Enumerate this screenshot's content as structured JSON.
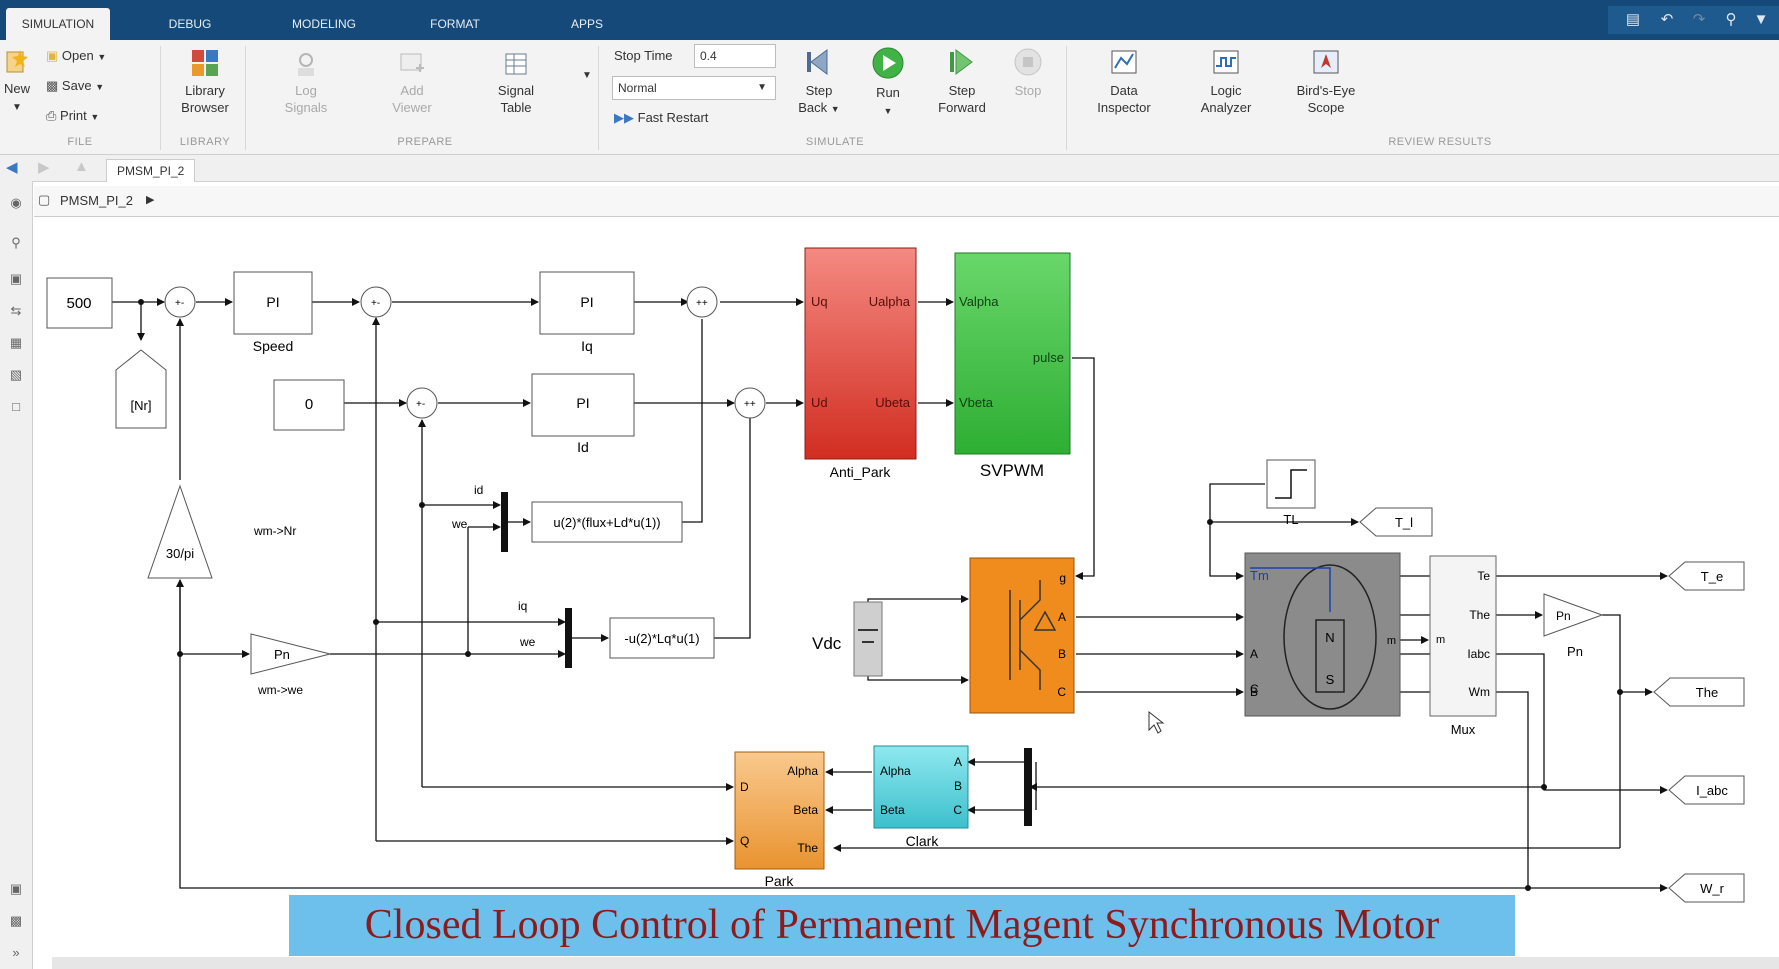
{
  "tabs": [
    {
      "label": "SIMULATION",
      "active": true
    },
    {
      "label": "DEBUG",
      "active": false
    },
    {
      "label": "MODELING",
      "active": false
    },
    {
      "label": "FORMAT",
      "active": false
    },
    {
      "label": "APPS",
      "active": false
    }
  ],
  "ribbon": {
    "file": {
      "new": "New",
      "open": "Open",
      "save": "Save",
      "print": "Print",
      "section": "FILE"
    },
    "library": {
      "browser_line1": "Library",
      "browser_line2": "Browser",
      "section": "LIBRARY"
    },
    "prepare": {
      "log_line1": "Log",
      "log_line2": "Signals",
      "add_line1": "Add",
      "add_line2": "Viewer",
      "signal_line1": "Signal",
      "signal_line2": "Table",
      "section": "PREPARE"
    },
    "simulate": {
      "stop_time_label": "Stop Time",
      "stop_time_value": "0.4",
      "mode_value": "Normal",
      "fast_restart": "Fast Restart",
      "step_back_line1": "Step",
      "step_back_line2": "Back",
      "run": "Run",
      "step_forward_line1": "Step",
      "step_forward_line2": "Forward",
      "stop": "Stop",
      "section": "SIMULATE"
    },
    "review": {
      "data_inspector_line1": "Data",
      "data_inspector_line2": "Inspector",
      "logic_line1": "Logic",
      "logic_line2": "Analyzer",
      "birds_line1": "Bird's-Eye",
      "birds_line2": "Scope",
      "section": "REVIEW RESULTS"
    }
  },
  "model": {
    "tab": "PMSM_PI_2",
    "breadcrumb": "PMSM_PI_2"
  },
  "diagram": {
    "const_speed": "500",
    "const_zero": "0",
    "goto_nr": "[Nr]",
    "pi": "PI",
    "speed": "Speed",
    "iq": "Iq",
    "id": "Id",
    "gain_30pi": "30/pi",
    "wm_nr": "wm->Nr",
    "pn": "Pn",
    "wm_we": "wm->we",
    "mux_id": "id",
    "mux_we": "we",
    "mux_iq": "iq",
    "fcn1": "u(2)*(flux+Ld*u(1))",
    "fcn2": "-u(2)*Lq*u(1)",
    "anti_park": "Anti_Park",
    "uq": "Uq",
    "ud": "Ud",
    "ualpha": "Ualpha",
    "ubeta": "Ubeta",
    "valpha": "Valpha",
    "vbeta": "Vbeta",
    "pulse": "pulse",
    "svpwm": "SVPWM",
    "tl": "TL",
    "goto_tl": "T_l",
    "vdc": "Vdc",
    "port_g": "g",
    "port_a": "A",
    "port_b": "B",
    "port_c": "C",
    "tm": "Tm",
    "motor_n": "N",
    "motor_s": "S",
    "port_m": "m",
    "te": "Te",
    "the": "The",
    "iabc": "Iabc",
    "wm": "Wm",
    "mux": "Mux",
    "goto_te": "T_e",
    "goto_the": "The",
    "goto_iabc": "I_abc",
    "goto_wr": "W_r",
    "clark": "Clark",
    "park": "Park",
    "alpha": "Alpha",
    "beta": "Beta",
    "d": "D",
    "q": "Q"
  },
  "banner": "Closed Loop Control of Permanent Magent Synchronous Motor"
}
